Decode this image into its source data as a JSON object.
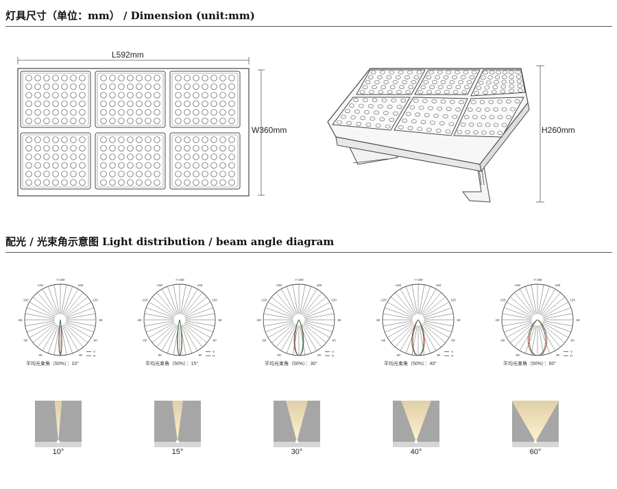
{
  "sections": {
    "dimension_title": "灯具尺寸（单位：mm） / Dimension (unit:mm)",
    "light_title": "配光 / 光束角示意图 Light distribution / beam angle diagram"
  },
  "dimensions": {
    "length": "L592mm",
    "width": "W360mm",
    "height": "H260mm"
  },
  "polar": {
    "top_label": "-/+180",
    "angle_labels": [
      "-150",
      "150",
      "-120",
      "120",
      "-90",
      "90",
      "-60",
      "60",
      "-30",
      "30"
    ],
    "legend": [
      "V",
      "H"
    ],
    "line_colors": {
      "v": "#b0322a",
      "h": "#2f7f5a"
    },
    "diagrams": [
      {
        "caption": "平均光束角（50%）：10°",
        "beam_deg": 10
      },
      {
        "caption": "平均光束角（50%）：15°",
        "beam_deg": 15
      },
      {
        "caption": "平均光束角（50%）：30°",
        "beam_deg": 30
      },
      {
        "caption": "平均光束角（50%）：40°",
        "beam_deg": 40
      },
      {
        "caption": "平均光束角（50%）：60°",
        "beam_deg": 60
      }
    ]
  },
  "beams": [
    {
      "label": "10°",
      "beam_deg": 10
    },
    {
      "label": "15°",
      "beam_deg": 15
    },
    {
      "label": "30°",
      "beam_deg": 30
    },
    {
      "label": "40°",
      "beam_deg": 40
    },
    {
      "label": "60°",
      "beam_deg": 60
    }
  ]
}
